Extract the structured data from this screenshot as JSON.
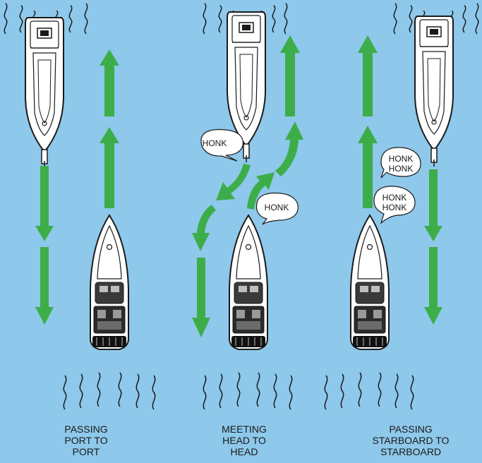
{
  "colors": {
    "water": "#8ec8ea",
    "arrow": "#3dad4a",
    "hull_fill": "#ffffff",
    "hull_stroke": "#1a1a1a",
    "bubble_fill": "#ffffff"
  },
  "scenarios": [
    {
      "id": "port-to-port",
      "caption": [
        "PASSING",
        "PORT TO",
        "PORT"
      ],
      "bubbles": []
    },
    {
      "id": "head-to-head",
      "caption": [
        "MEETING",
        "HEAD TO",
        "HEAD"
      ],
      "bubbles": [
        {
          "lines": [
            "HONK"
          ]
        },
        {
          "lines": [
            "HONK"
          ]
        }
      ]
    },
    {
      "id": "starboard-to-starboard",
      "caption": [
        "PASSING",
        "STARBOARD TO",
        "STARBOARD"
      ],
      "bubbles": [
        {
          "lines": [
            "HONK",
            "HONK"
          ]
        },
        {
          "lines": [
            "HONK",
            "HONK"
          ]
        }
      ]
    }
  ]
}
